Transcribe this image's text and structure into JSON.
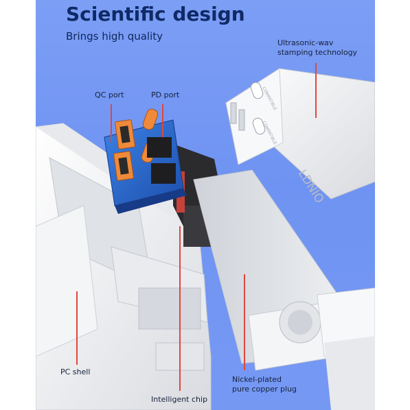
{
  "header": {
    "title": "Scientific design",
    "subtitle": "Brings high quality"
  },
  "callouts": {
    "ultrasonic_line1": "Ultrasonic-wav",
    "ultrasonic_line2": "stamping technology",
    "qc_port": "QC port",
    "pd_port": "PD port",
    "pc_shell": "PC shell",
    "intelligent_chip": "Intelligent chip",
    "plug_line1": "Nickel-plated",
    "plug_line2": "pure copper plug"
  },
  "product": {
    "brand": "LDNIO",
    "port_mark_1": "COMPATIBLE",
    "port_mark_2": "COMPATIBLE"
  },
  "colors": {
    "background_blue": "#7599f3",
    "title_navy": "#0f2a66",
    "callout_line": "#e0473c",
    "shell_white": "#f2f2f2",
    "pcb_blue": "#2f6fd8",
    "port_orange": "#ef8a3a",
    "copper_gold": "#d8a431"
  }
}
